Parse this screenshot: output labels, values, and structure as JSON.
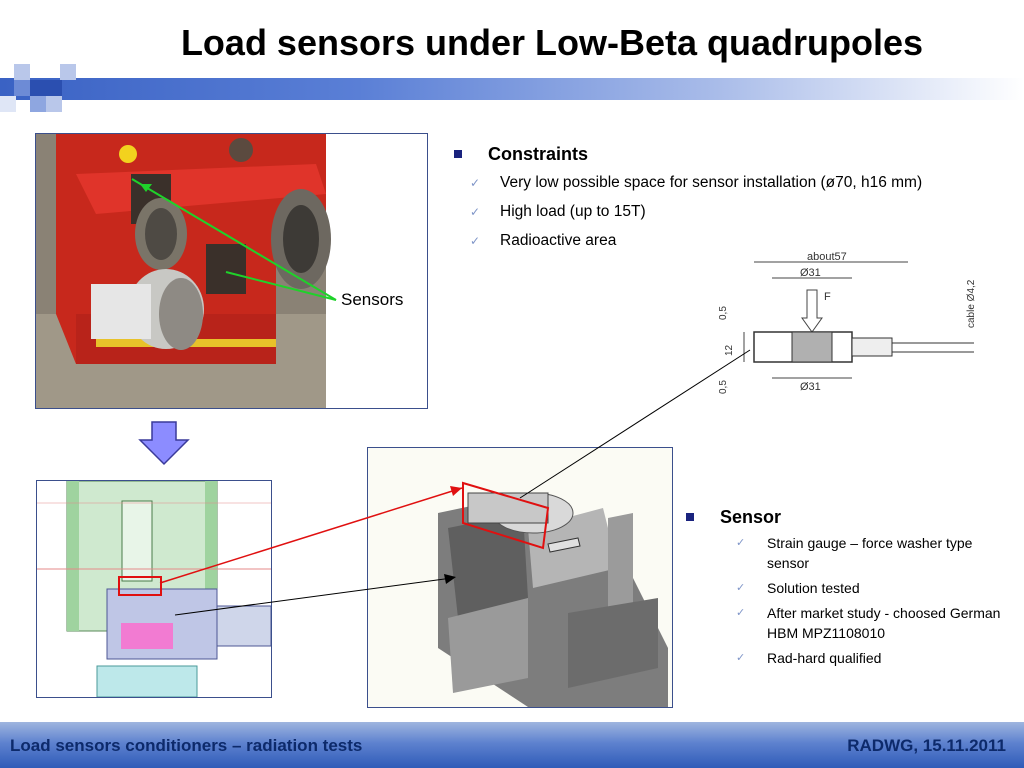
{
  "slide": {
    "title": "Load sensors under Low-Beta quadrupoles",
    "footer_left": "Load sensors conditioners – radiation tests",
    "footer_right": "RADWG, 15.11.2011"
  },
  "photo": {
    "callout_label": "Sensors"
  },
  "constraints": {
    "heading": "Constraints",
    "items": [
      "Very low possible space for sensor installation (ø70, h16 mm)",
      "High load (up to 15T)",
      "Radioactive area"
    ]
  },
  "sensor": {
    "heading": "Sensor",
    "items": [
      "Strain gauge – force washer type sensor",
      "Solution tested",
      "After market study -  choosed German HBM MPZ1108010",
      "Rad-hard qualified"
    ]
  },
  "drawing": {
    "dim_about": "about57",
    "dim_d31_top": "Ø31",
    "dim_d31_bottom": "Ø31",
    "dim_force": "F",
    "dim_cable": "cable  Ø4,2",
    "dim_05_top": "0,5",
    "dim_12": "12",
    "dim_05_bottom": "0,5"
  },
  "colors": {
    "accent": "#3a62c4",
    "bullet": "#1a237e",
    "footer_text": "#0d2a6b"
  }
}
